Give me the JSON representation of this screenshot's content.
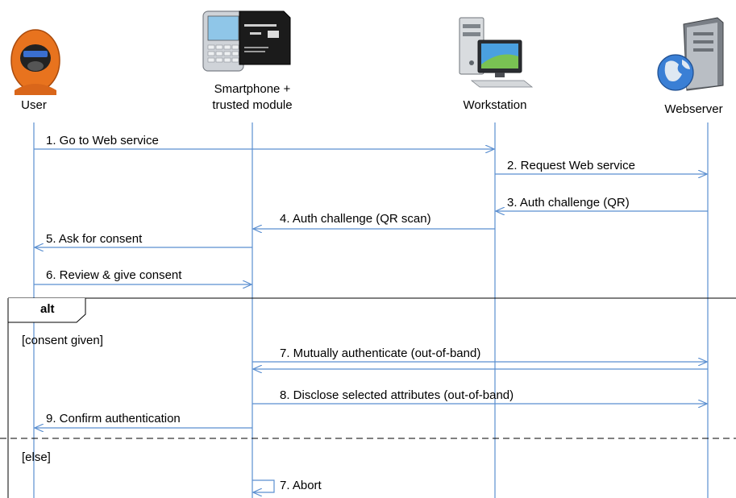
{
  "actors": [
    {
      "id": "user",
      "label": "User",
      "icon": "hooded-user-icon"
    },
    {
      "id": "phone",
      "label": "Smartphone +\ntrusted module",
      "icon": "smartphone-and-security-card-icon"
    },
    {
      "id": "workstation",
      "label": "Workstation",
      "icon": "desktop-workstation-icon"
    },
    {
      "id": "webserver",
      "label": "Webserver",
      "icon": "globe-server-icon"
    }
  ],
  "messages": [
    {
      "label": "1. Go to Web service"
    },
    {
      "label": "2. Request Web service"
    },
    {
      "label": "3. Auth challenge (QR)"
    },
    {
      "label": "4. Auth challenge (QR scan)"
    },
    {
      "label": "5. Ask for consent"
    },
    {
      "label": "6. Review & give consent"
    },
    {
      "label": "7. Mutually authenticate (out-of-band)"
    },
    {
      "label": "8. Disclose selected attributes (out-of-band)"
    },
    {
      "label": "9. Confirm authentication"
    },
    {
      "label": "7. Abort"
    }
  ],
  "alt_fragment": {
    "keyword": "alt",
    "guard_1": "[consent given]",
    "guard_2": "[else]"
  },
  "colors": {
    "lifeline": "#5b8fd0",
    "arrow": "#5b8fd0",
    "frame": "#000000"
  }
}
